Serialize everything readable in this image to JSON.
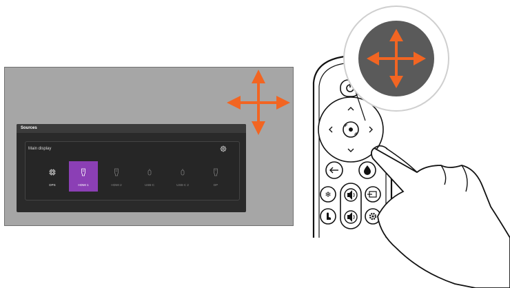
{
  "panel": {
    "header_title": "Sources",
    "section_title": "Main display"
  },
  "sources": [
    {
      "label": "DPS",
      "state": "available"
    },
    {
      "label": "HDMI 1",
      "state": "selected"
    },
    {
      "label": "HDMI 2",
      "state": "inactive"
    },
    {
      "label": "USB-C",
      "state": "inactive"
    },
    {
      "label": "USB-C 2",
      "state": "inactive"
    },
    {
      "label": "DP",
      "state": "inactive"
    }
  ],
  "colors": {
    "accent": "#8b3fb5",
    "arrow": "#f26522",
    "screen_bg": "#a6a6a6",
    "panel_bg": "#2a2a2a"
  },
  "icons": {
    "screen_arrows": "four-way-arrows-icon",
    "zoom_arrows": "four-way-arrows-icon",
    "source_dps": "chip-icon",
    "source_hdmi": "hdmi-port-icon",
    "source_usbc": "usb-c-port-icon"
  }
}
